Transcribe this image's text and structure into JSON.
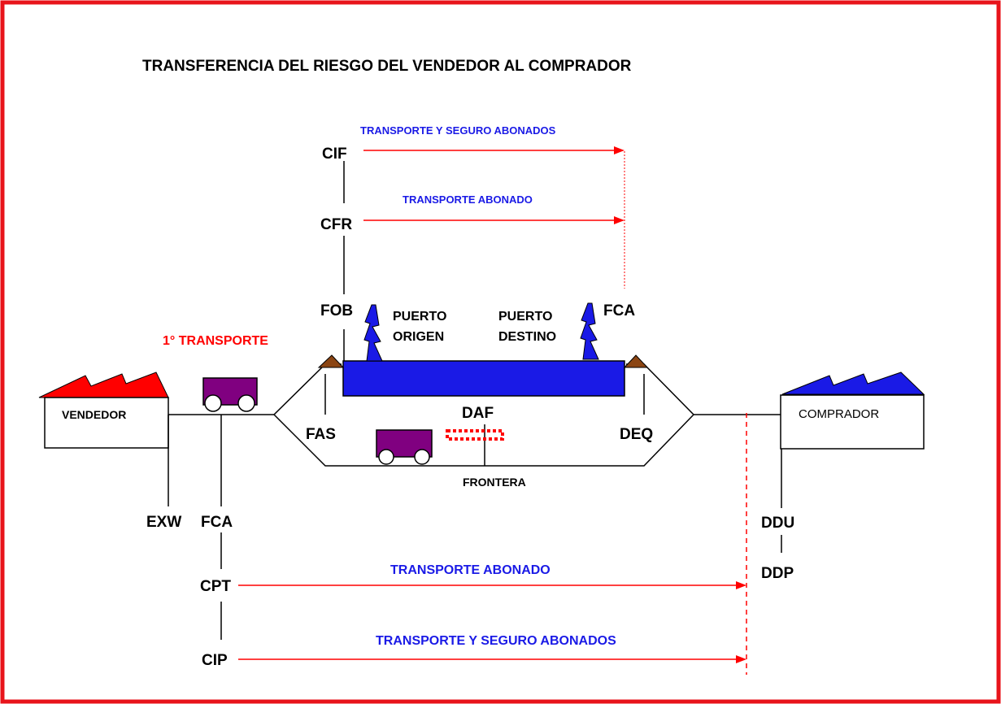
{
  "title": "TRANSFERENCIA DEL RIESGO DEL VENDEDOR AL COMPRADOR",
  "terms": {
    "cif": "CIF",
    "cfr": "CFR",
    "fob": "FOB",
    "fca_port": "FCA",
    "fas": "FAS",
    "deq": "DEQ",
    "daf": "DAF",
    "exw": "EXW",
    "fca_land": "FCA",
    "cpt": "CPT",
    "cip": "CIP",
    "ddu": "DDU",
    "ddp": "DDP"
  },
  "labels": {
    "cif_note": "TRANSPORTE Y SEGURO ABONADOS",
    "cfr_note": "TRANSPORTE ABONADO",
    "cpt_note": "TRANSPORTE ABONADO",
    "cip_note": "TRANSPORTE Y SEGURO ABONADOS",
    "first_transport": "1° TRANSPORTE",
    "origin_port_line1": "PUERTO",
    "origin_port_line2": "ORIGEN",
    "dest_port_line1": "PUERTO",
    "dest_port_line2": "DESTINO",
    "border": "FRONTERA",
    "seller": "VENDEDOR",
    "buyer": "COMPRADOR"
  },
  "colors": {
    "frame": "#e8141b",
    "arrow": "#ff0000",
    "note_text": "#1a1ae6",
    "ship": "#1a1ae6",
    "seller_roof": "#ff0000",
    "buyer_roof": "#1a1ae6",
    "cart": "#800080",
    "crane": "#8b4513"
  }
}
